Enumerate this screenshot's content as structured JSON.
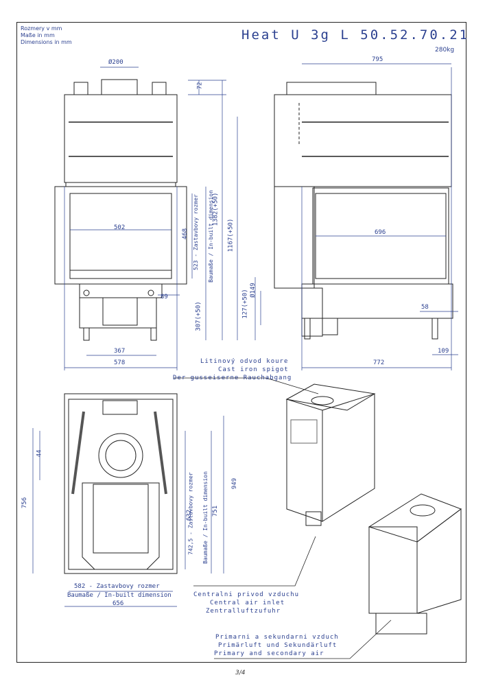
{
  "header": {
    "units_cz": "Rozmery v mm",
    "units_de": "Maße in mm",
    "units_en": "Dimensions in mm",
    "model": "Heat U 3g L 50.52.70.21",
    "weight": "280kg"
  },
  "front_view": {
    "flue_diameter": "Ø200",
    "dim_top": "72",
    "dim_opening_width": "502",
    "dim_opening_height": "468",
    "dim_builtin_label_cz": "523 - Zastavbovy rozmer",
    "dim_builtin_label_de": "Baumaße / In-built dimension",
    "dim_total_height": "1382(+50)",
    "dim_leg": "89",
    "dim_base": "307(+50)",
    "dim_inner_width": "367",
    "dim_outer_width": "578"
  },
  "side_view": {
    "dim_depth_top": "795",
    "dim_height": "1167(+50)",
    "dim_opening_width": "696",
    "dim_duct_diameter": "Ø149",
    "dim_duct_height": "127(+50)",
    "dim_right_58": "58",
    "dim_right_109": "109",
    "dim_bottom_depth": "772"
  },
  "top_view": {
    "dim_44": "44",
    "dim_756": "756",
    "dim_632": "632",
    "dim_742_label_cz": "742,5 - Zastavbovy rozmer",
    "dim_742_label_de": "Baumaße / In-built dimension",
    "dim_751": "751",
    "dim_949": "949",
    "dim_582_label": "582 - Zastavbovy rozmer",
    "dim_582_sub": "Baumaße / In-built dimension",
    "dim_656": "656"
  },
  "callouts": {
    "spigot_cz": "Litinový odvod koure",
    "spigot_en": "Cast iron spigot",
    "spigot_de": "Der gusseiserne Rauchabgang",
    "air_cz": "Centralni privod vzduchu",
    "air_en": "Central air inlet",
    "air_de": "Zentralluftzufuhr",
    "primary_cz": "Primarni a sekundarni vzduch",
    "primary_de": "Primärluft und Sekundärluft",
    "primary_en": "Primary and secondary air"
  },
  "footer": {
    "page": "3/4"
  },
  "colors": {
    "line": "#222222",
    "dimension": "#2a3f8f",
    "panel": "#9a9a9a"
  }
}
